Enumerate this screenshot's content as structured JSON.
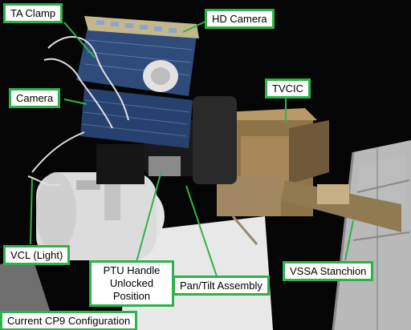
{
  "callouts": {
    "ta_clamp": "TA Clamp",
    "hd_camera": "HD Camera",
    "camera": "Camera",
    "tvcic": "TVCIC",
    "vcl_light": "VCL (Light)",
    "ptu_handle_line1": "PTU Handle",
    "ptu_handle_line2": "Unlocked",
    "ptu_handle_line3": "Position",
    "pan_tilt": "Pan/Tilt Assembly",
    "vssa_stanchion": "VSSA Stanchion",
    "configuration": "Current CP9 Configuration"
  },
  "colors": {
    "label_border": "#2db34a",
    "leader_line": "#2db34a",
    "background": "#000000"
  }
}
